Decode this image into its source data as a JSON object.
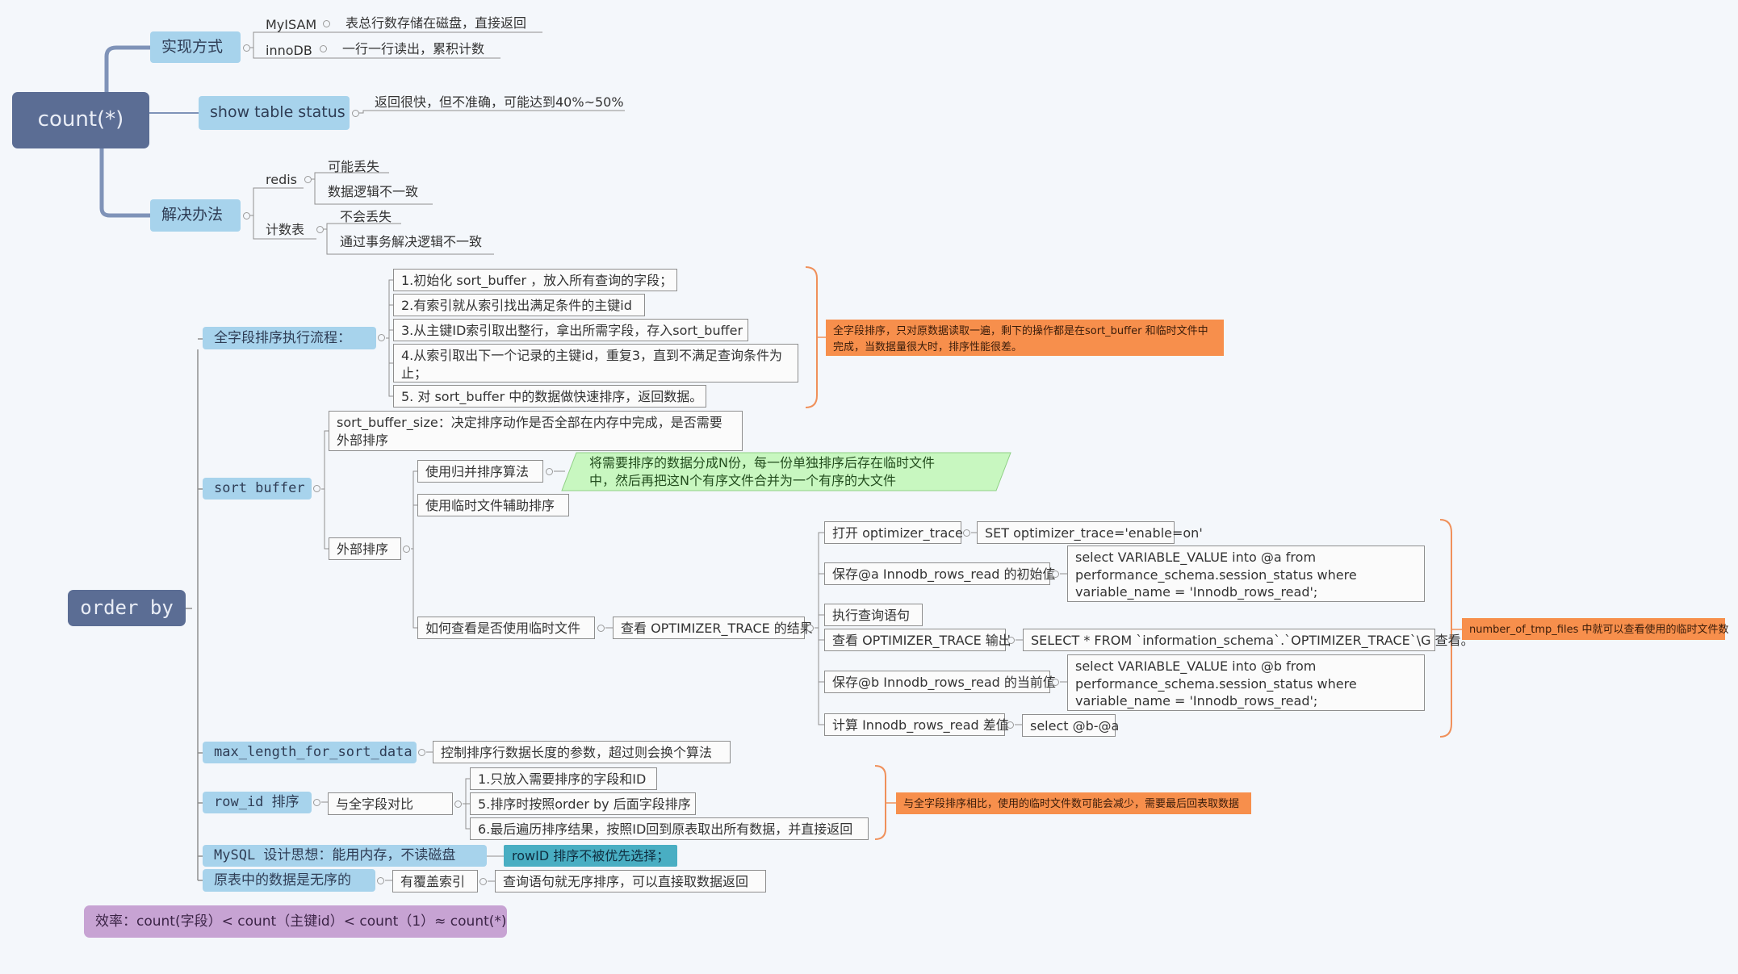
{
  "count_tree": {
    "root": "count(*)",
    "impl": {
      "label": "实现方式",
      "myisam": {
        "engine": "MyISAM",
        "desc": "表总行数存储在磁盘，直接返回"
      },
      "innodb": {
        "engine": "innoDB",
        "desc": "一行一行读出，累积计数"
      }
    },
    "show_status": {
      "label": "show table status",
      "desc": "返回很快，但不准确，可能达到40%~50%"
    },
    "solution": {
      "label": "解决办法",
      "redis": {
        "label": "redis",
        "a": "可能丢失",
        "b": "数据逻辑不一致"
      },
      "counter": {
        "label": "计数表",
        "a": "不会丢失",
        "b": "通过事务解决逻辑不一致"
      }
    }
  },
  "order_tree": {
    "root": "order by",
    "full_field": {
      "label": "全字段排序执行流程：",
      "steps": [
        "1.初始化 sort_buffer ，放入所有查询的字段；",
        "2.有索引就从索引找出满足条件的主键id",
        "3.从主键ID索引取出整行，拿出所需字段，存入sort_buffer",
        "4.从索引取出下一个记录的主键id，重复3，直到不满足查询条件为止；",
        "5. 对 sort_buffer 中的数据做快速排序，返回数据。"
      ],
      "note": "全字段排序，只对原数据读取一遍，剩下的操作都是在sort_buffer 和临时文件中完成，当数据量很大时，排序性能很差。"
    },
    "sort_buffer": {
      "label": "sort buffer",
      "size_desc": "sort_buffer_size：决定排序动作是否全部在内存中完成，是否需要外部排序",
      "external": {
        "label": "外部排序",
        "merge": "使用归并排序算法",
        "merge_note": "将需要排序的数据分成N份，每一份单独排序后存在临时文件中，然后再把这N个有序文件合并为一个有序的大文件",
        "tempfile": "使用临时文件辅助排序",
        "check": {
          "label": "如何查看是否使用临时文件",
          "view": "查看 OPTIMIZER_TRACE 的结果",
          "steps": [
            {
              "label": "打开 optimizer_trace",
              "detail": "SET optimizer_trace='enable=on'"
            },
            {
              "label": "保存@a Innodb_rows_read 的初始值",
              "detail": "select VARIABLE_VALUE into @a from performance_schema.session_status where variable_name = 'Innodb_rows_read';"
            },
            {
              "label": "执行查询语句",
              "detail": ""
            },
            {
              "label": "查看 OPTIMIZER_TRACE 输出",
              "detail": "SELECT * FROM `information_schema`.`OPTIMIZER_TRACE`\\G 查看。"
            },
            {
              "label": "保存@b Innodb_rows_read 的当前值",
              "detail": "select VARIABLE_VALUE into @b from performance_schema.session_status where variable_name = 'Innodb_rows_read';"
            },
            {
              "label": "计算 Innodb_rows_read 差值",
              "detail": "select @b-@a"
            }
          ],
          "note": "number_of_tmp_files 中就可以查看使用的临时文件数"
        }
      }
    },
    "max_length": {
      "label": "max_length_for_sort_data",
      "desc": "控制排序行数据长度的参数，超过则会换个算法"
    },
    "rowid": {
      "label": "row_id 排序",
      "compare": "与全字段对比",
      "steps": [
        "1.只放入需要排序的字段和ID",
        "5.排序时按照order by 后面字段排序",
        "6.最后遍历排序结果，按照ID回到原表取出所有数据，并直接返回"
      ],
      "note": "与全字段排序相比，使用的临时文件数可能会减少，需要最后回表取数据"
    },
    "mysql_idea": {
      "label": "MySQL 设计思想：能用内存，不读磁盘",
      "callout": "rowID 排序不被优先选择；"
    },
    "unordered": {
      "label": "原表中的数据是无序的",
      "index": "有覆盖索引",
      "desc": "查询语句就无序排序，可以直接取数据返回"
    }
  },
  "efficiency": "效率：count(字段）< count（主键id）< count（1）≈ count(*)",
  "colors": {
    "root": "#5b6d94",
    "main_topic": "#a7d3ec",
    "orange_note": "#f78f4c",
    "bracket": "#f0905a",
    "green_note": "#c8f7c0",
    "teal": "#49aec3",
    "purple": "#c7a3d3",
    "line": "#8f8f8f",
    "trunk": "#7f93b8"
  }
}
